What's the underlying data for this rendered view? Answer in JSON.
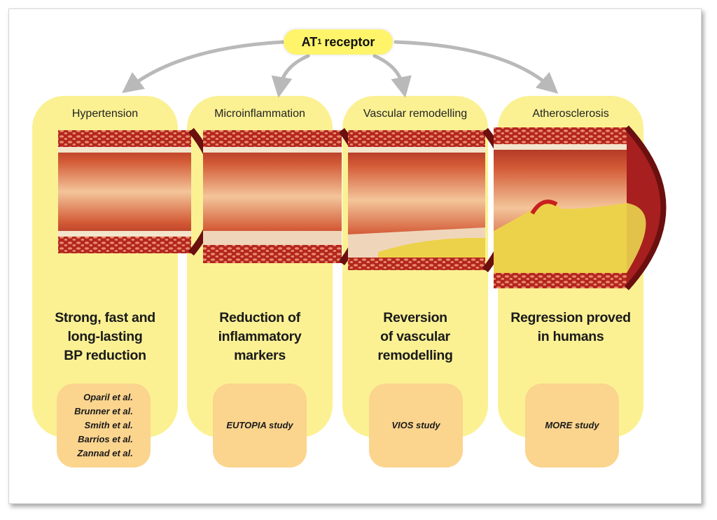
{
  "receptor": {
    "main": "AT",
    "sub": "1",
    "rest": "receptor"
  },
  "colors": {
    "panel": "#fbf193",
    "study_box": "#fbd48e",
    "pill": "#fff46a",
    "arrow": "#b9b9b9",
    "vessel_wall": "#9b1c1c",
    "plaque": "#ecd24a"
  },
  "panels": [
    {
      "label": "Hypertension",
      "effect_lines": [
        "Strong, fast and",
        "long-lasting",
        "BP reduction"
      ],
      "studies": [
        "Oparil et al.",
        "Brunner et al.",
        "Smith et al.",
        "Barrios et al.",
        "Zannad et al."
      ]
    },
    {
      "label": "Microinflammation",
      "effect_lines": [
        "Reduction of",
        "inflammatory",
        "markers"
      ],
      "studies": [
        "EUTOPIA study"
      ]
    },
    {
      "label": "Vascular remodelling",
      "effect_lines": [
        "Reversion",
        "of vascular",
        "remodelling"
      ],
      "studies": [
        "VIOS study"
      ]
    },
    {
      "label": "Atherosclerosis",
      "effect_lines": [
        "Regression proved",
        "in humans"
      ],
      "studies": [
        "MORE study"
      ]
    }
  ]
}
